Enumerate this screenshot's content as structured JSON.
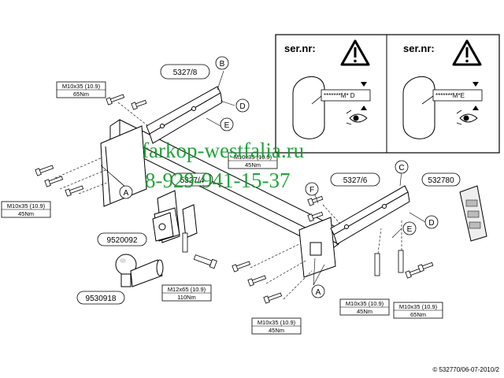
{
  "diagram": {
    "part_codes": {
      "bracket_top": "5327/8",
      "bracket_right": "5327/6",
      "center_bar": "5327/4",
      "ball_holder": "9520092",
      "ball": "9530918",
      "electric_kit": "532780"
    },
    "callouts": [
      "A",
      "B",
      "C",
      "D",
      "E",
      "F"
    ],
    "bolt_specs": {
      "top_left": {
        "bolt": "M10x35 (10.9)",
        "torque": "65Nm"
      },
      "left": {
        "bolt": "M10x35 (10.9)",
        "torque": "45Nm"
      },
      "center": {
        "bolt": "M10x35 (10.9)",
        "torque": "45Nm"
      },
      "ball": {
        "bolt": "M12x65 (10.9)",
        "torque": "110Nm"
      },
      "bottom": {
        "bolt": "M10x35 (10.9)",
        "torque": "45Nm"
      },
      "bottom_right_1": {
        "bolt": "M10x35 (10.9)",
        "torque": "45Nm"
      },
      "bottom_right_2": {
        "bolt": "M10x35 (10.9)",
        "torque": "65Nm"
      }
    },
    "sernr_panel": {
      "left": {
        "label": "ser.nr:",
        "code": "*******M* D"
      },
      "right": {
        "label": "ser.nr:",
        "code": "*******M*E"
      }
    },
    "watermark": {
      "line1": "farkop-westfalia.ru",
      "line2": "8-929-941-15-37"
    },
    "footer": "© 532770/06-07-2010/2",
    "colors": {
      "watermark": "#0a9a26",
      "ink": "#000000"
    }
  }
}
